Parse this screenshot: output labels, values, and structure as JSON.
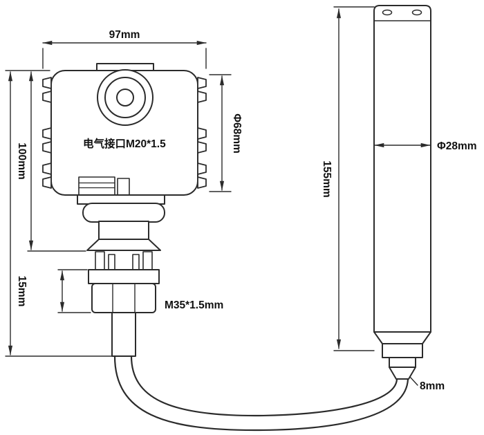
{
  "colors": {
    "line": "#2b2b2b",
    "background": "#ffffff",
    "text": "#111111"
  },
  "transmitter": {
    "width": "97mm",
    "height": "100mm",
    "electrical_port": "电气接口M20*1.5",
    "housing_diameter": "Φ68mm",
    "flange_height": "15mm",
    "thread": "M35*1.5mm"
  },
  "probe": {
    "length": "155mm",
    "diameter": "Φ28mm",
    "cable_diameter": "8mm"
  }
}
